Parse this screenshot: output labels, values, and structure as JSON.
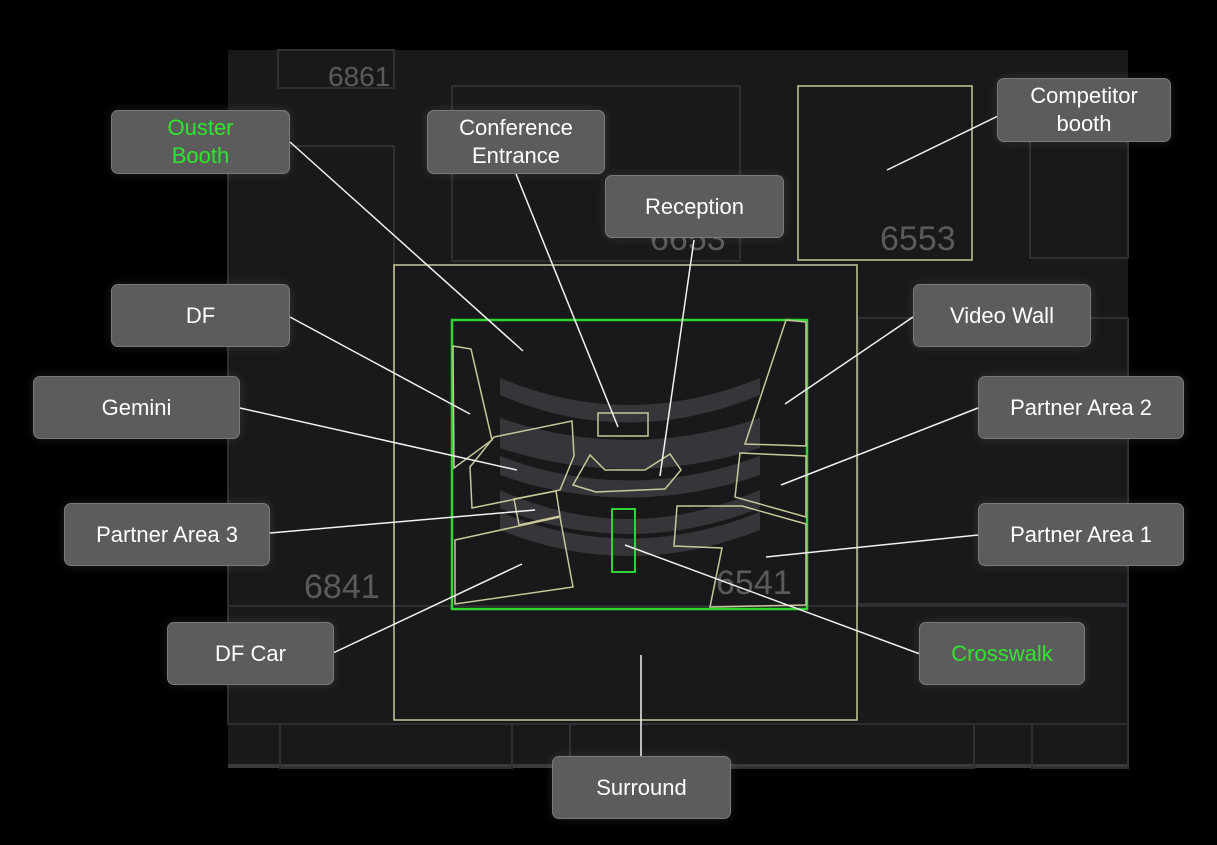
{
  "colors": {
    "background": "#000000",
    "floor": "#19191b",
    "wall_outline": "#2d2d30",
    "zone_outline": "#c7c79a",
    "active_outline": "#30d630",
    "label_bg": "#5c5c5c",
    "label_text": "#ffffff",
    "highlight_text": "#2fe62f"
  },
  "booth_numbers": {
    "b6861": "6861",
    "b6653": "6653",
    "b6553": "6553",
    "b6841": "6841",
    "b6541": "6541"
  },
  "labels": {
    "ouster_booth": {
      "text": "Ouster\nBooth",
      "highlighted": true
    },
    "conference_entrance": {
      "text": "Conference\nEntrance",
      "highlighted": false
    },
    "reception": {
      "text": "Reception",
      "highlighted": false
    },
    "competitor_booth": {
      "text": "Competitor\nbooth",
      "highlighted": false
    },
    "df": {
      "text": "DF",
      "highlighted": false
    },
    "video_wall": {
      "text": "Video Wall",
      "highlighted": false
    },
    "gemini": {
      "text": "Gemini",
      "highlighted": false
    },
    "partner_area_2": {
      "text": "Partner Area 2",
      "highlighted": false
    },
    "partner_area_3": {
      "text": "Partner Area 3",
      "highlighted": false
    },
    "partner_area_1": {
      "text": "Partner Area 1",
      "highlighted": false
    },
    "df_car": {
      "text": "DF Car",
      "highlighted": false
    },
    "crosswalk": {
      "text": "Crosswalk",
      "highlighted": true
    },
    "surround": {
      "text": "Surround",
      "highlighted": false
    }
  }
}
